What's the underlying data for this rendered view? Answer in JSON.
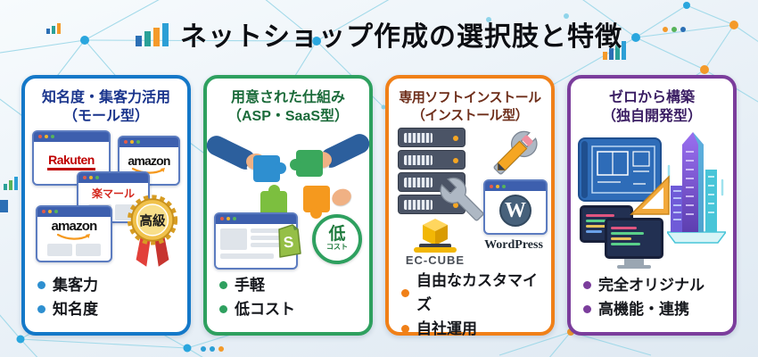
{
  "page": {
    "title": "ネットショップ作成の選択肢と特徴"
  },
  "colors": {
    "card_mall_accent": "#1478c8",
    "card_asp_accent": "#2ea05f",
    "card_install_accent": "#f08018",
    "card_zero_accent": "#7b3d9c",
    "rakuten_red": "#bf0000",
    "amazon_orange": "#f5991e",
    "shopify_green": "#95bf47",
    "network_line": "#9bd7e8"
  },
  "cards": [
    {
      "title_line1": "知名度・集客力活用",
      "title_line2": "（モール型）",
      "bullets": [
        "集客力",
        "知名度"
      ],
      "logos": {
        "rakuten": "Rakuten",
        "amazon": "amazon",
        "rakuma": "楽マール",
        "medal": "高級"
      }
    },
    {
      "title_line1": "用意された仕組み",
      "title_line2": "（ASP・SaaS型）",
      "bullets": [
        "手軽",
        "低コスト"
      ],
      "logos": {
        "shopify_s": "S",
        "badge_main": "低",
        "badge_sub": "コスト"
      }
    },
    {
      "title_line1": "専用ソフトインストール",
      "title_line2": "（インストール型）",
      "bullets": [
        "自由なカスタマイズ",
        "自社運用"
      ],
      "logos": {
        "eccube": "EC-CUBE",
        "wordpress": "WordPress",
        "wp_letter": "W"
      }
    },
    {
      "title_line1": "ゼロから構築",
      "title_line2": "（独自開発型）",
      "bullets": [
        "完全オリジナル",
        "高機能・連携"
      ]
    }
  ]
}
